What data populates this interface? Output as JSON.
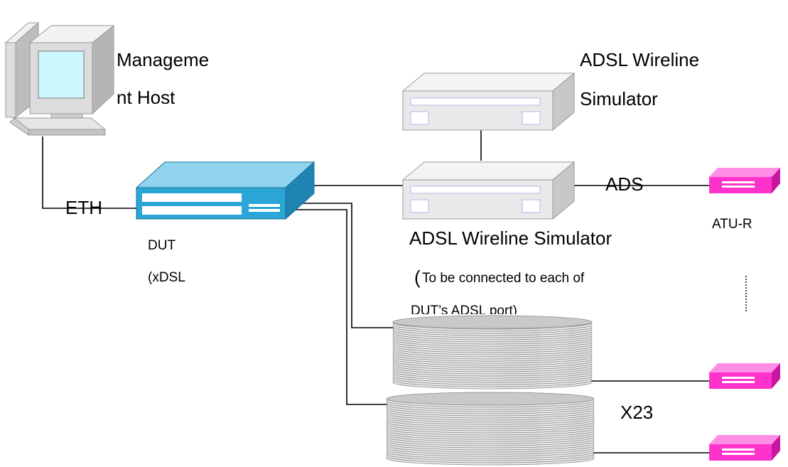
{
  "labels": {
    "host_line1": "Manageme",
    "host_line2": "nt Host",
    "eth": "ETH",
    "dut_line1": "DUT",
    "dut_line2": "(xDSL",
    "sim_top_line1": "ADSL Wireline",
    "sim_top_line2": "Simulator",
    "sim_bottom": "ADSL Wireline Simulator",
    "sim_note_line1": "To be connected to each of",
    "sim_note_paren": "(",
    "sim_note_line2": "DUT’s ADSL port)",
    "ads": "ADS",
    "atur": "ATU-R",
    "x23": "X23"
  },
  "icons": {
    "host": "computer-icon",
    "dut": "xdsl-dut-icon",
    "simulator": "wireline-simulator-icon",
    "modem": "atu-r-modem-icon",
    "cable": "cable-reel-icon"
  },
  "colors": {
    "dut_blue": "#2aa7d6",
    "modem_pink": "#ff33cc",
    "simulator_gray": "#e9e9ea",
    "host_gray": "#dcdcdc",
    "screen_cyan": "#ccf7ff",
    "line": "#000000"
  }
}
